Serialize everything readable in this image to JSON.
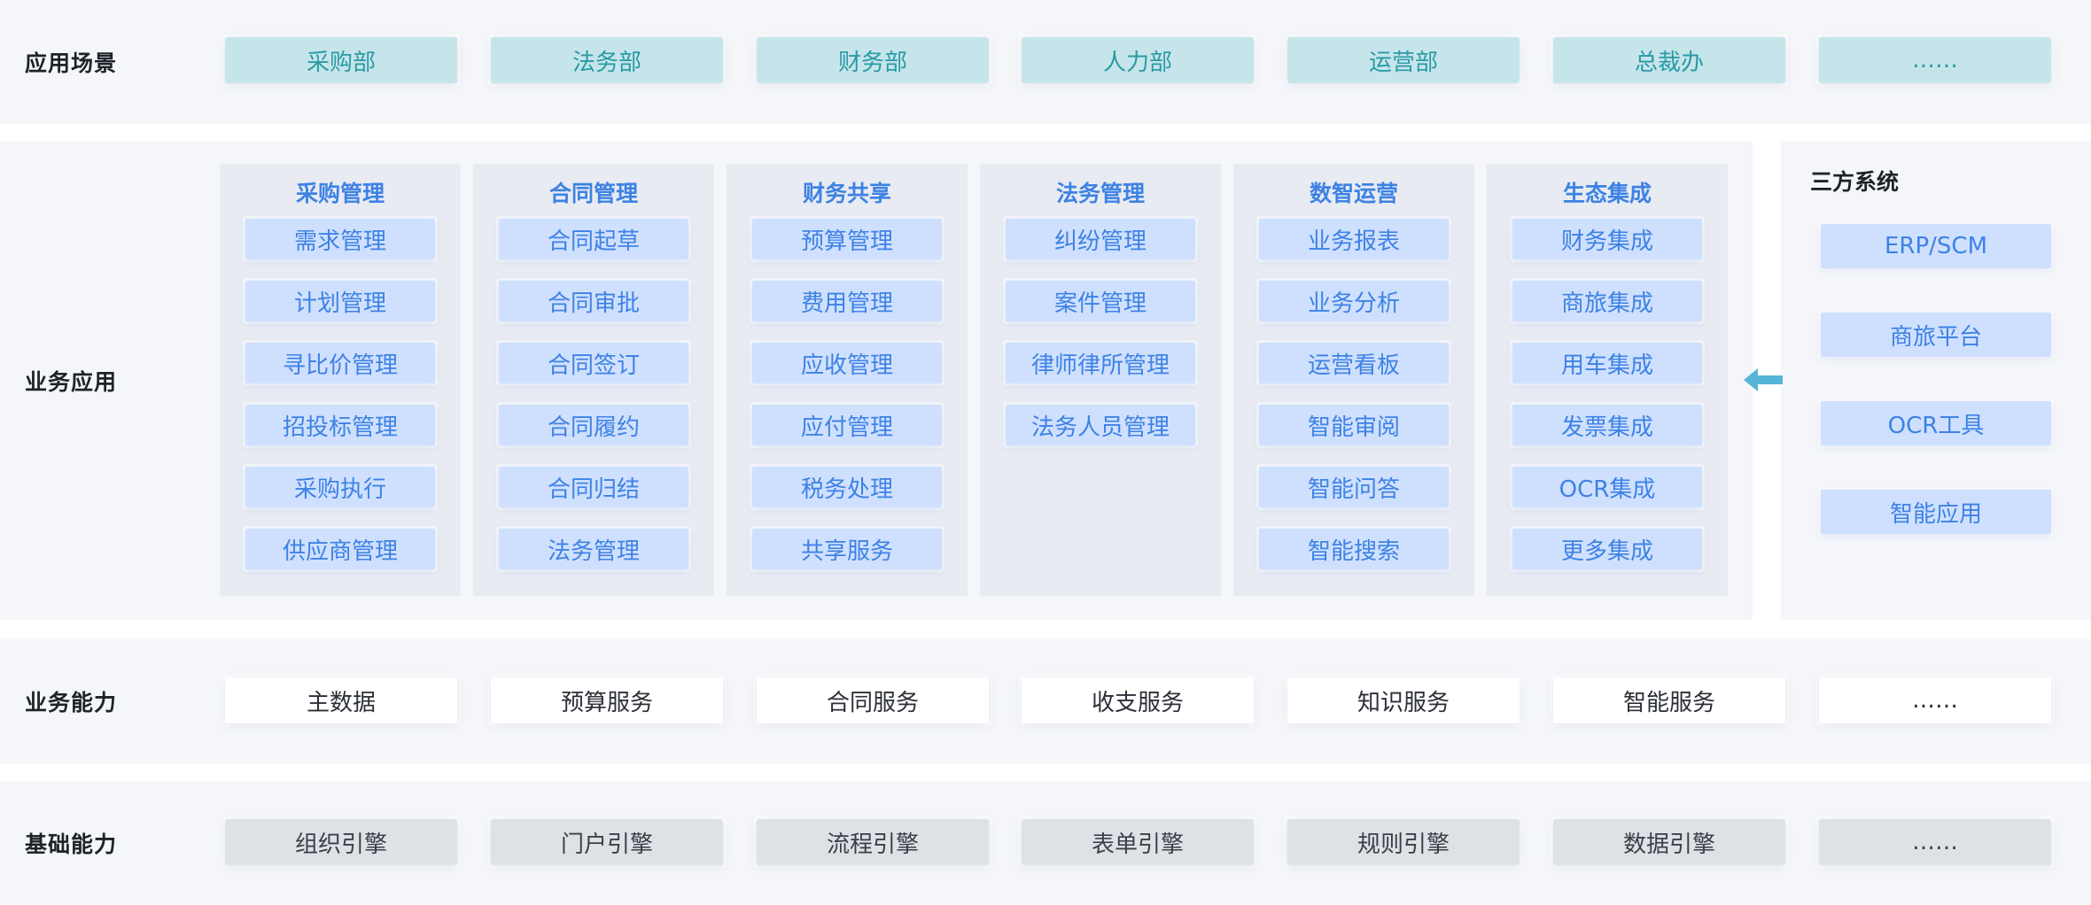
{
  "scenes": {
    "title": "应用场景",
    "items": [
      "采购部",
      "法务部",
      "财务部",
      "人力部",
      "运营部",
      "总裁办",
      "……"
    ]
  },
  "business_apps": {
    "title": "业务应用",
    "modules": [
      {
        "title": "采购管理",
        "items": [
          "需求管理",
          "计划管理",
          "寻比价管理",
          "招投标管理",
          "采购执行",
          "供应商管理"
        ]
      },
      {
        "title": "合同管理",
        "items": [
          "合同起草",
          "合同审批",
          "合同签订",
          "合同履约",
          "合同归结",
          "法务管理"
        ]
      },
      {
        "title": "财务共享",
        "items": [
          "预算管理",
          "费用管理",
          "应收管理",
          "应付管理",
          "税务处理",
          "共享服务"
        ]
      },
      {
        "title": "法务管理",
        "items": [
          "纠纷管理",
          "案件管理",
          "律师律所管理",
          "法务人员管理"
        ]
      },
      {
        "title": "数智运营",
        "items": [
          "业务报表",
          "业务分析",
          "运营看板",
          "智能审阅",
          "智能问答",
          "智能搜索"
        ]
      },
      {
        "title": "生态集成",
        "items": [
          "财务集成",
          "商旅集成",
          "用车集成",
          "发票集成",
          "OCR集成",
          "更多集成"
        ]
      }
    ],
    "third_party": {
      "title": "三方系统",
      "items": [
        "ERP/SCM",
        "商旅平台",
        "OCR工具",
        "智能应用"
      ]
    },
    "arrow_color": "#56b4d6"
  },
  "capabilities": {
    "title": "业务能力",
    "items": [
      "主数据",
      "预算服务",
      "合同服务",
      "收支服务",
      "知识服务",
      "智能服务",
      "……"
    ]
  },
  "foundation": {
    "title": "基础能力",
    "items": [
      "组织引擎",
      "门户引擎",
      "流程引擎",
      "表单引擎",
      "规则引擎",
      "数据引擎",
      "……"
    ]
  },
  "colors": {
    "band_bg": "#f4f6fa",
    "module_bg": "#e8ebf2",
    "scene_pill": "#c6e5ea",
    "scene_text": "#2a9aa6",
    "chip_bg": "#cfe0ff",
    "chip_text": "#3e82e4",
    "base_pill": "#dee1e6"
  }
}
